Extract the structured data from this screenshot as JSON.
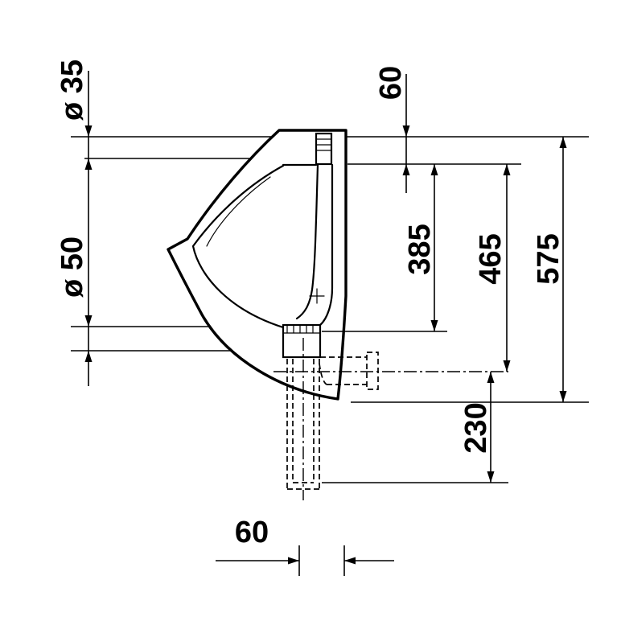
{
  "drawing": {
    "subject": "urinal side section dimension drawing",
    "colors": {
      "line": "#000000",
      "background": "#ffffff"
    },
    "labels": {
      "dia35": "ø 35",
      "dia50": "ø 50",
      "top60": "60",
      "d385": "385",
      "d465": "465",
      "d575": "575",
      "d230": "230",
      "bottom60": "60"
    }
  }
}
